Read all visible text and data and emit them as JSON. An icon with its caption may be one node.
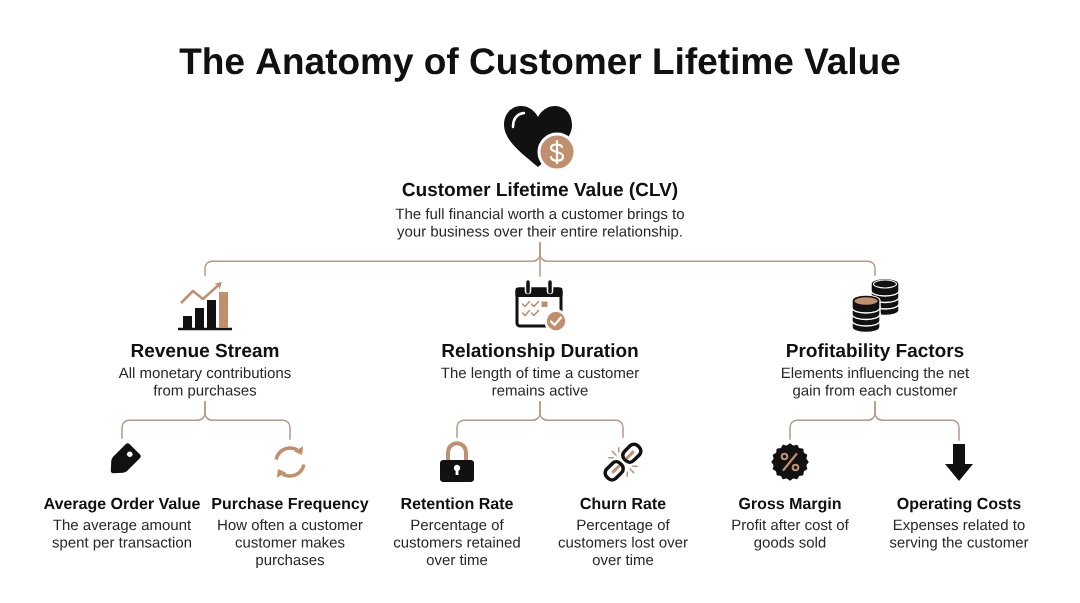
{
  "diagram": {
    "title": "The Anatomy of Customer Lifetime Value",
    "nodes": [
      {
        "text": [
          "Customer Lifetime Value (CLV)",
          "The full financial worth a customer brings to your business over their entire relationship."
        ]
      },
      {
        "text": [
          "Revenue Stream",
          "All monetary contributions from purchases"
        ]
      },
      {
        "text": [
          "Relationship Duration",
          "The length of time a customer remains active"
        ]
      },
      {
        "text": [
          "Profitability Factors",
          "Elements influencing the net gain from each customer"
        ]
      },
      {
        "text": [
          "Average Order Value",
          "The average amount spent per transaction"
        ]
      },
      {
        "text": [
          "Purchase Frequency",
          "How often a customer customer makes purchases"
        ]
      },
      {
        "text": [
          "Retention Rate",
          "Percentage of customers retained over time"
        ]
      },
      {
        "text": [
          "Churn Rate",
          "Percentage of customers lost over over time"
        ]
      },
      {
        "text": [
          "Gross Margin",
          "Profit after cost of goods sold"
        ]
      },
      {
        "text": [
          "Operating Costs",
          "Expenses related to serving the customer"
        ]
      }
    ],
    "edges": [
      {
        "from": 0,
        "to": 1,
        "arrow": "none"
      },
      {
        "from": 0,
        "to": 2,
        "arrow": "none"
      },
      {
        "from": 0,
        "to": 3,
        "arrow": "none"
      },
      {
        "from": 1,
        "to": 4,
        "arrow": "none"
      },
      {
        "from": 1,
        "to": 5,
        "arrow": "none"
      },
      {
        "from": 2,
        "to": 6,
        "arrow": "none"
      },
      {
        "from": 2,
        "to": 7,
        "arrow": "none"
      },
      {
        "from": 3,
        "to": 8,
        "arrow": "none"
      },
      {
        "from": 3,
        "to": 9,
        "arrow": "none"
      }
    ]
  }
}
